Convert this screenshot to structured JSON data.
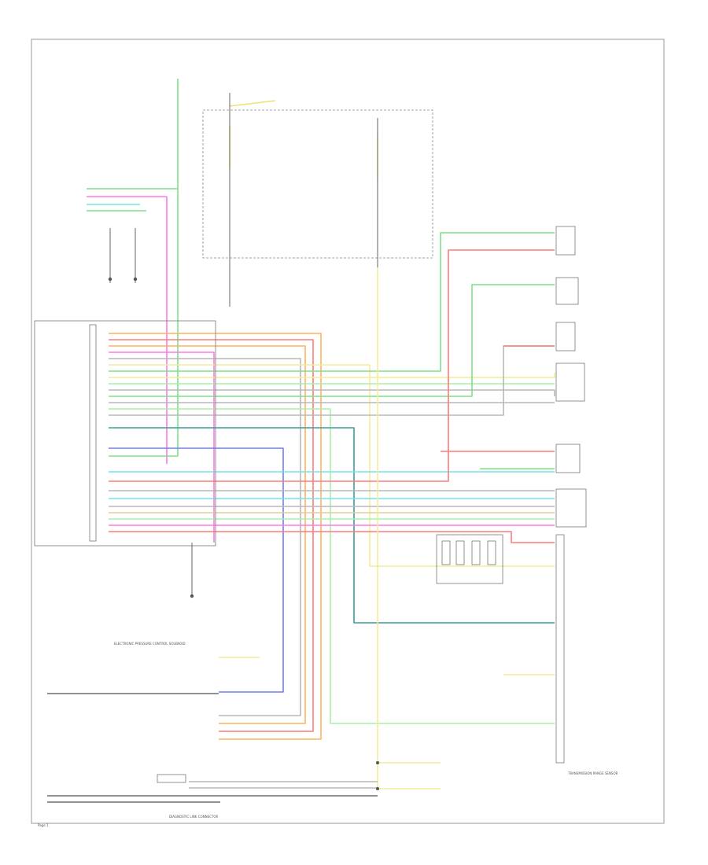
{
  "colors": {
    "green": "#7fe08a",
    "lightgreen": "#a8f0a8",
    "pink": "#ff78e6",
    "red": "#ff7a7a",
    "orange": "#ffb060",
    "yellow": "#f0e070",
    "paleyellow": "#f3ec98",
    "blue": "#6f7dff",
    "cyan": "#70e6e6",
    "teal": "#3aa09a",
    "gray": "#b8b8b8",
    "darkgray": "#6e6e6e",
    "tan": "#e9c79a"
  },
  "labels": {
    "sheet_ref": "Page 1",
    "bottom_connector": "DIAGNOSTIC LINK CONNECTOR",
    "elec_note": "ELECTRONIC PRESSURE CONTROL SOLENOID",
    "tr_sensor": "TRANSMISSION RANGE SENSOR"
  }
}
